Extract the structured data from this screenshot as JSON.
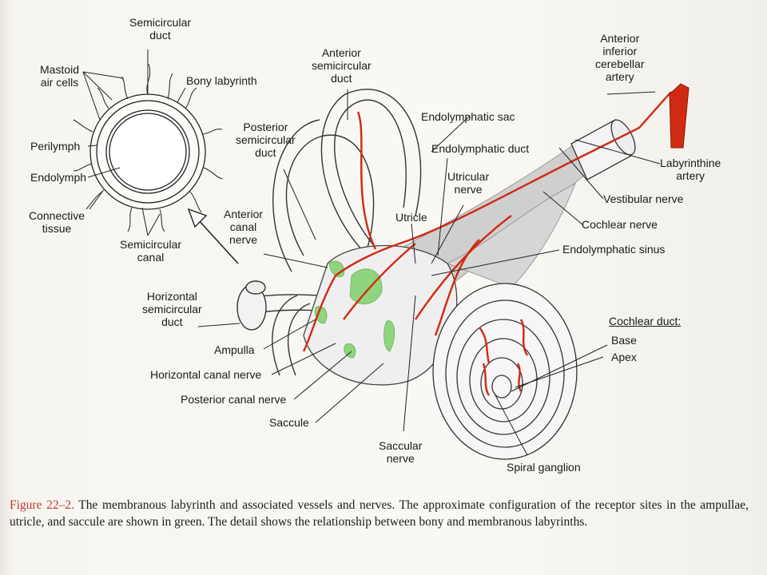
{
  "labels": {
    "semicircular_duct": [
      "Semicircular",
      "duct"
    ],
    "mastoid_air_cells": [
      "Mastoid",
      "air cells"
    ],
    "bony_labyrinth": "Bony labyrinth",
    "perilymph": "Perilymph",
    "endolymph": "Endolymph",
    "connective_tissue": [
      "Connective",
      "tissue"
    ],
    "semicircular_canal": [
      "Semicircular",
      "canal"
    ],
    "anterior_semicircular_duct": [
      "Anterior",
      "semicircular",
      "duct"
    ],
    "posterior_semicircular_duct": [
      "Posterior",
      "semicircular",
      "duct"
    ],
    "anterior_canal_nerve": [
      "Anterior",
      "canal",
      "nerve"
    ],
    "horizontal_semicircular_duct": [
      "Horizontal",
      "semicircular",
      "duct"
    ],
    "ampulla": "Ampulla",
    "horizontal_canal_nerve": "Horizontal canal nerve",
    "posterior_canal_nerve": "Posterior canal nerve",
    "saccule": "Saccule",
    "saccular_nerve": [
      "Saccular",
      "nerve"
    ],
    "utricle": "Utricle",
    "endolymphatic_sac": "Endolymphatic sac",
    "endolymphatic_duct": "Endolymphatic duct",
    "utricular_nerve": [
      "Utricular",
      "nerve"
    ],
    "anterior_inferior_cerebellar_artery": [
      "Anterior",
      "inferior",
      "cerebellar",
      "artery"
    ],
    "labyrinthine_artery": [
      "Labyrinthine",
      "artery"
    ],
    "vestibular_nerve": "Vestibular nerve",
    "cochlear_nerve": "Cochlear nerve",
    "endolymphatic_sinus": "Endolymphatic sinus",
    "cochlear_duct": "Cochlear duct:",
    "base": "Base",
    "apex": "Apex",
    "spiral_ganglion": "Spiral ganglion"
  },
  "caption": {
    "figure_number": "Figure 22–2.",
    "text": "The membranous labyrinth and associated vessels and nerves. The approximate configuration of the receptor sites in the ampullae, utricle, and saccule are shown in green. The detail shows the relationship between bony and membranous labyrinths."
  },
  "colors": {
    "artery": "#d12a12",
    "receptor": "#8fd47e",
    "nerve_fill": "#cfcfcf",
    "caption_figure": "#c0392b"
  }
}
